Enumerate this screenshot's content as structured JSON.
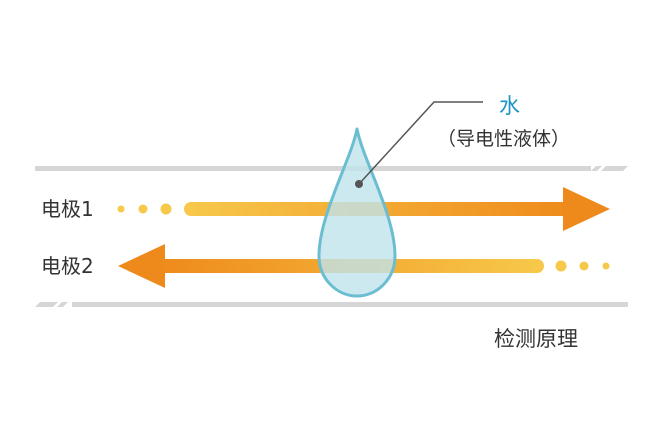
{
  "diagram": {
    "water_label": "水",
    "water_sublabel": "（导电性液体）",
    "electrode1_label": "电极1",
    "electrode2_label": "电极2",
    "caption": "检测原理"
  },
  "colors": {
    "rail": "#d6d6d6",
    "arrow_light": "#f7c94a",
    "arrow_dark": "#ee8a1c",
    "drop_fill": "#bfe3ec",
    "drop_stroke": "#6bbdd1",
    "water_text": "#1a93c7",
    "text": "#333333",
    "leader": "#555555"
  },
  "icons": {
    "drop": "water-drop-icon",
    "arrow_right": "arrow-right-icon",
    "arrow_left": "arrow-left-icon"
  }
}
